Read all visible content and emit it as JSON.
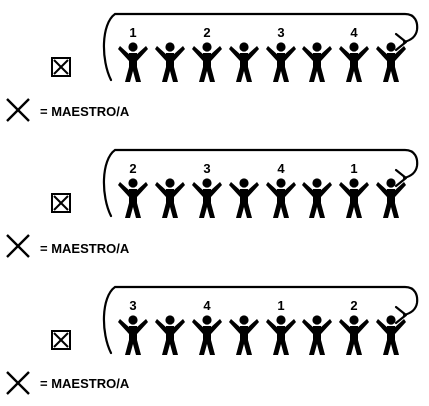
{
  "legend_label": "= MAESTRO/A",
  "rows": [
    {
      "numbers": [
        "1",
        "2",
        "3",
        "4"
      ]
    },
    {
      "numbers": [
        "2",
        "3",
        "4",
        "1"
      ]
    },
    {
      "numbers": [
        "3",
        "4",
        "1",
        "2"
      ]
    }
  ],
  "people_per_row": 8,
  "colors": {
    "ink": "#000000",
    "background": "#ffffff"
  },
  "icons": {
    "teacher": "boxed-x-icon",
    "legend": "x-cross-icon",
    "person": "person-arms-up-icon",
    "arrow": "curved-arrow-icon"
  }
}
